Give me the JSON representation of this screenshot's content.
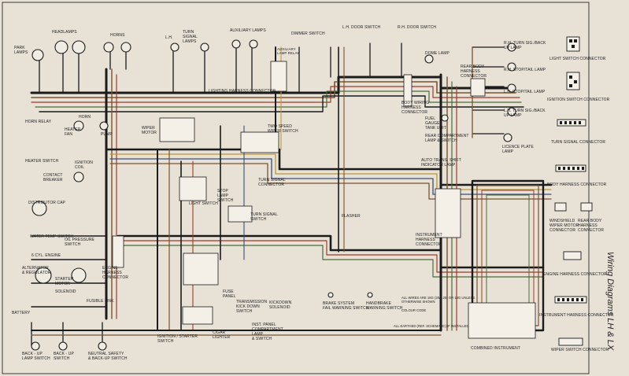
{
  "title": "Wiring Diagrams LH & LX",
  "labels": {
    "park_lamps": "PARK\nLAMPS",
    "headlamps": "HEADLAMPS",
    "horns": "HORNS",
    "lh": "L.H.",
    "turn_signal_lamps": "TURN\nSIGNAL\nLAMPS",
    "auxiliary_lamps": "AUXILIARY LAMPS",
    "dimmer_switch": "DIMMER SWITCH",
    "lh_door_switch": "L.H. DOOR SWITCH",
    "rh_door_switch": "R.H. DOOR SWITCH",
    "auxiliary_lamp_relay": "AUXILIARY\nLAMP RELAY",
    "dome_lamp": "DOME LAMP",
    "rear_body_harness_connector": "REAR BODY\nHARNESS\nCONNECTOR",
    "rh_turn_sig_back_up_lamp": "R.H. TURN SIG./BACK\nUP LAMP",
    "rh_stop_tail_lamp": "R.H. STOP/TAIL LAMP",
    "lh_stop_tail_lamp": "L.H. STOP/TAIL LAMP",
    "lh_turn_sig_back_up_lamp": "L.H. TURN SIG./BACK\nUP LAMP",
    "licence_plate_lamp": "LICENCE PLATE\nLAMP",
    "lighting_harness_connector": "LIGHTING HARNESS CONNECTOR",
    "horn_relay": "HORN RELAY",
    "heater_fan": "HEATER\nFAN",
    "pump": "PUMP",
    "wiper_motor": "WIPER\nMOTOR",
    "two_speed_wiper_switch": "TWO SPEED\nWIPER SWITCH",
    "body_wiring_harness_connector": "BODY WIRING\nHARNESS\nCONNECTOR",
    "fuel_gauge_tank_unit": "FUEL\nGAUGE\nTANK UNIT",
    "rear_compartment_lamp_switch": "REAR COMPARTMENT\nLAMP & SWITCH",
    "heater_switch": "HEATER SWITCH",
    "contact_breaker": "CONTACT\nBREAKER",
    "ignition_coil": "IGNITION\nCOIL",
    "distributor_cap": "DISTRIBUTOR CAP",
    "light_switch": "LIGHT SWITCH",
    "stop_lamp_switch": "STOP\nLAMP\nSWITCH",
    "turn_signal_connector": "TURN SIGNAL\nCONNECTOR",
    "turn_signal_switch": "TURN SIGNAL\nSWITCH",
    "flasher": "FLASHER",
    "auto_trans_shift_indicator_lamp": "AUTO TRANS. SHIFT\nINDICATOR LAMP",
    "water_temp_switch": "WATER TEMP SWITCH",
    "oil_pressure_switch": "OIL PRESSURE\nSWITCH",
    "six_cyl_engine": "6 CYL. ENGINE",
    "alternator_regulator": "ALTERNATOR\n& REGULATOR",
    "starter_motor": "STARTER\nMOTOR",
    "solenoid": "SOLENOID",
    "fusible_link": "FUSIBLE LINK",
    "engine_harness_connector": "ENGINE\nHARNESS\nCONNECTOR",
    "fuse_panel": "FUSE\nPANEL",
    "transmission_kick_down_switch": "TRANSMISSION\nKICK DOWN\nSWITCH",
    "kickdown_solenoid": "KICKDOWN\nSOLENOID",
    "instrument_harness_connector": "INSTRUMENT\nHARNESS\nCONNECTOR",
    "brake_system_fail_warning_switch": "BRAKE SYSTEM\nFAIL WARNING SWITCH",
    "handbrake_warning_switch": "HANDBRAKE\nWARNING SWITCH",
    "back_up_lamp_switch": "BACK - UP\nLAMP SWITCH",
    "back_up_switch": "BACK - UP\nSWITCH",
    "neutral_safety_back_up_switch": "NEUTRAL SAFETY\n& BACK-UP SWITCH",
    "ignition_starter_switch": "IGNITION / STARTER\nSWITCH",
    "cigar_lighter": "CIGAR\nLIGHTER",
    "inst_panel_compartment_lamp_switch": "INST. PANEL\nCOMPARTMENT\nLAMP\n& SWITCH",
    "combined_instrument": "COMBINED INSTRUMENT",
    "horn": "HORN",
    "battery": "BATTERY"
  },
  "connector_legend": [
    "LIGHT SWITCH CONNECTOR",
    "IGNITION SWITCH CONNECTOR",
    "TURN SIGNAL CONNECTOR",
    "BODY HARNESS CONNECTOR",
    "WINDSHIELD\nWIPER MOTOR\nCONNECTOR",
    "REAR BODY\nHARNESS\nCONNECTOR",
    "ENGINE HARNESS CONNECTOR",
    "INSTRUMENT HARNESS CONNECTOR",
    "WIPER SWITCH CONNECTOR"
  ],
  "notes": {
    "all_wires_note": "ALL WIRES ARE 16G (30/0.25) OR 18G UNLESS\nOTHERWISE SHOWN",
    "colour_code": "COLOUR CODE",
    "bottom_note": "ALL EARTHED (REF. SCHEMATIC) IF INSTALLED"
  },
  "colors": {
    "wire_black": "#1b1b1b",
    "wire_brown": "#7a5430",
    "wire_red": "#a03a2c",
    "wire_green": "#4b6b3a",
    "wire_yellow": "#b89a38",
    "wire_blue": "#3b4f7a",
    "paper": "#e7e1d6"
  }
}
